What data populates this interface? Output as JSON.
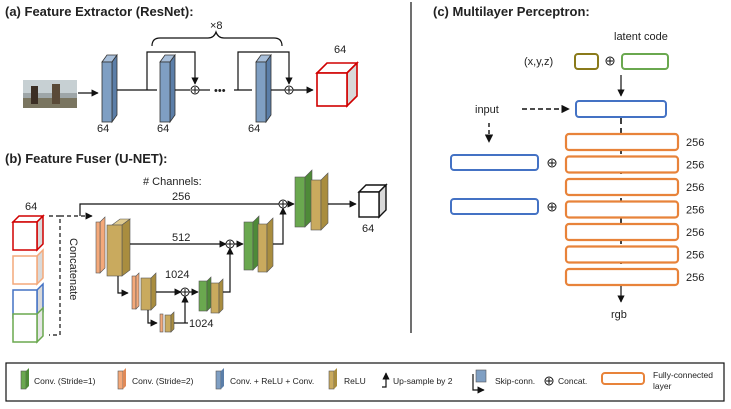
{
  "panel_a": {
    "title": "(a) Feature Extractor (ResNet):",
    "repeat_label": "×8",
    "channels_first": "64",
    "channels_block1": "64",
    "channels_block2": "64",
    "output_channels": "64",
    "ellipsis": "•••"
  },
  "panel_b": {
    "title": "(b) Feature Fuser (U-NET):",
    "channels_heading": "# Channels:",
    "input_channels": "64",
    "concatenate_label": "Concatenate",
    "level1": "256",
    "level2": "512",
    "level3": "1024",
    "level4": "1024",
    "output_channels": "64"
  },
  "panel_c": {
    "title": "(c) Multilayer Perceptron:",
    "latent_code_label": "latent code",
    "xyz_label": "(x,y,z)",
    "input_label": "input",
    "output_label": "rgb",
    "layer_sizes": [
      "256",
      "256",
      "256",
      "256",
      "256",
      "256",
      "256"
    ]
  },
  "legend": {
    "conv_stride1": "Conv. (Stride=1)",
    "conv_stride2": "Conv. (Stride=2)",
    "conv_relu_conv": "Conv. + ReLU + Conv.",
    "relu": "ReLU",
    "upsample": "Up-sample by 2",
    "skip_conn": "Skip-conn.",
    "concat": "Concat.",
    "fc_layer_line1": "Fully-connected",
    "fc_layer_line2": "layer"
  },
  "colors": {
    "conv_stride1": "#6aa84f",
    "conv_stride2": "#f4a97a",
    "conv_relu_conv": "#7f9fc3",
    "relu": "#c9aa5e",
    "fc_orange": "#e8833a",
    "blue_box": "#4472c4",
    "red": "#d00000",
    "olive": "#8a7a1a",
    "green": "#6aa84f"
  }
}
